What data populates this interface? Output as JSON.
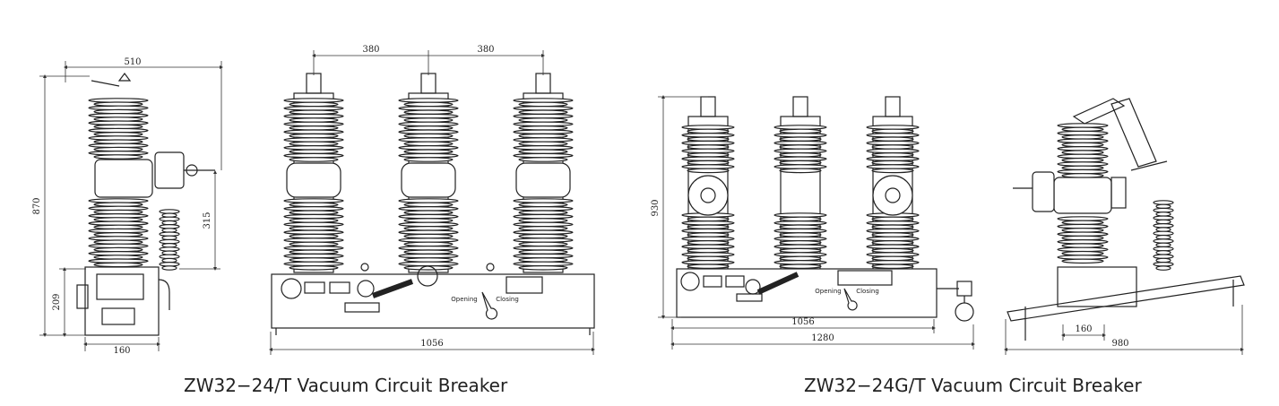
{
  "left": {
    "caption": "ZW32−24/T Vacuum Circuit Breaker",
    "dims": {
      "top_width": "510",
      "height_total": "870",
      "height_315": "315",
      "height_209": "209",
      "base_160": "160",
      "spacing_a": "380",
      "spacing_b": "380",
      "front_width": "1056"
    },
    "panel_labels": {
      "opening": "Opening",
      "closing": "Closing"
    }
  },
  "right": {
    "caption": "ZW32−24G/T Vacuum Circuit Breaker",
    "dims": {
      "height_930": "930",
      "front_1056": "1056",
      "front_1280": "1280",
      "side_160": "160",
      "side_980": "980"
    },
    "panel_labels": {
      "opening": "Opening",
      "closing": "Closing"
    }
  }
}
